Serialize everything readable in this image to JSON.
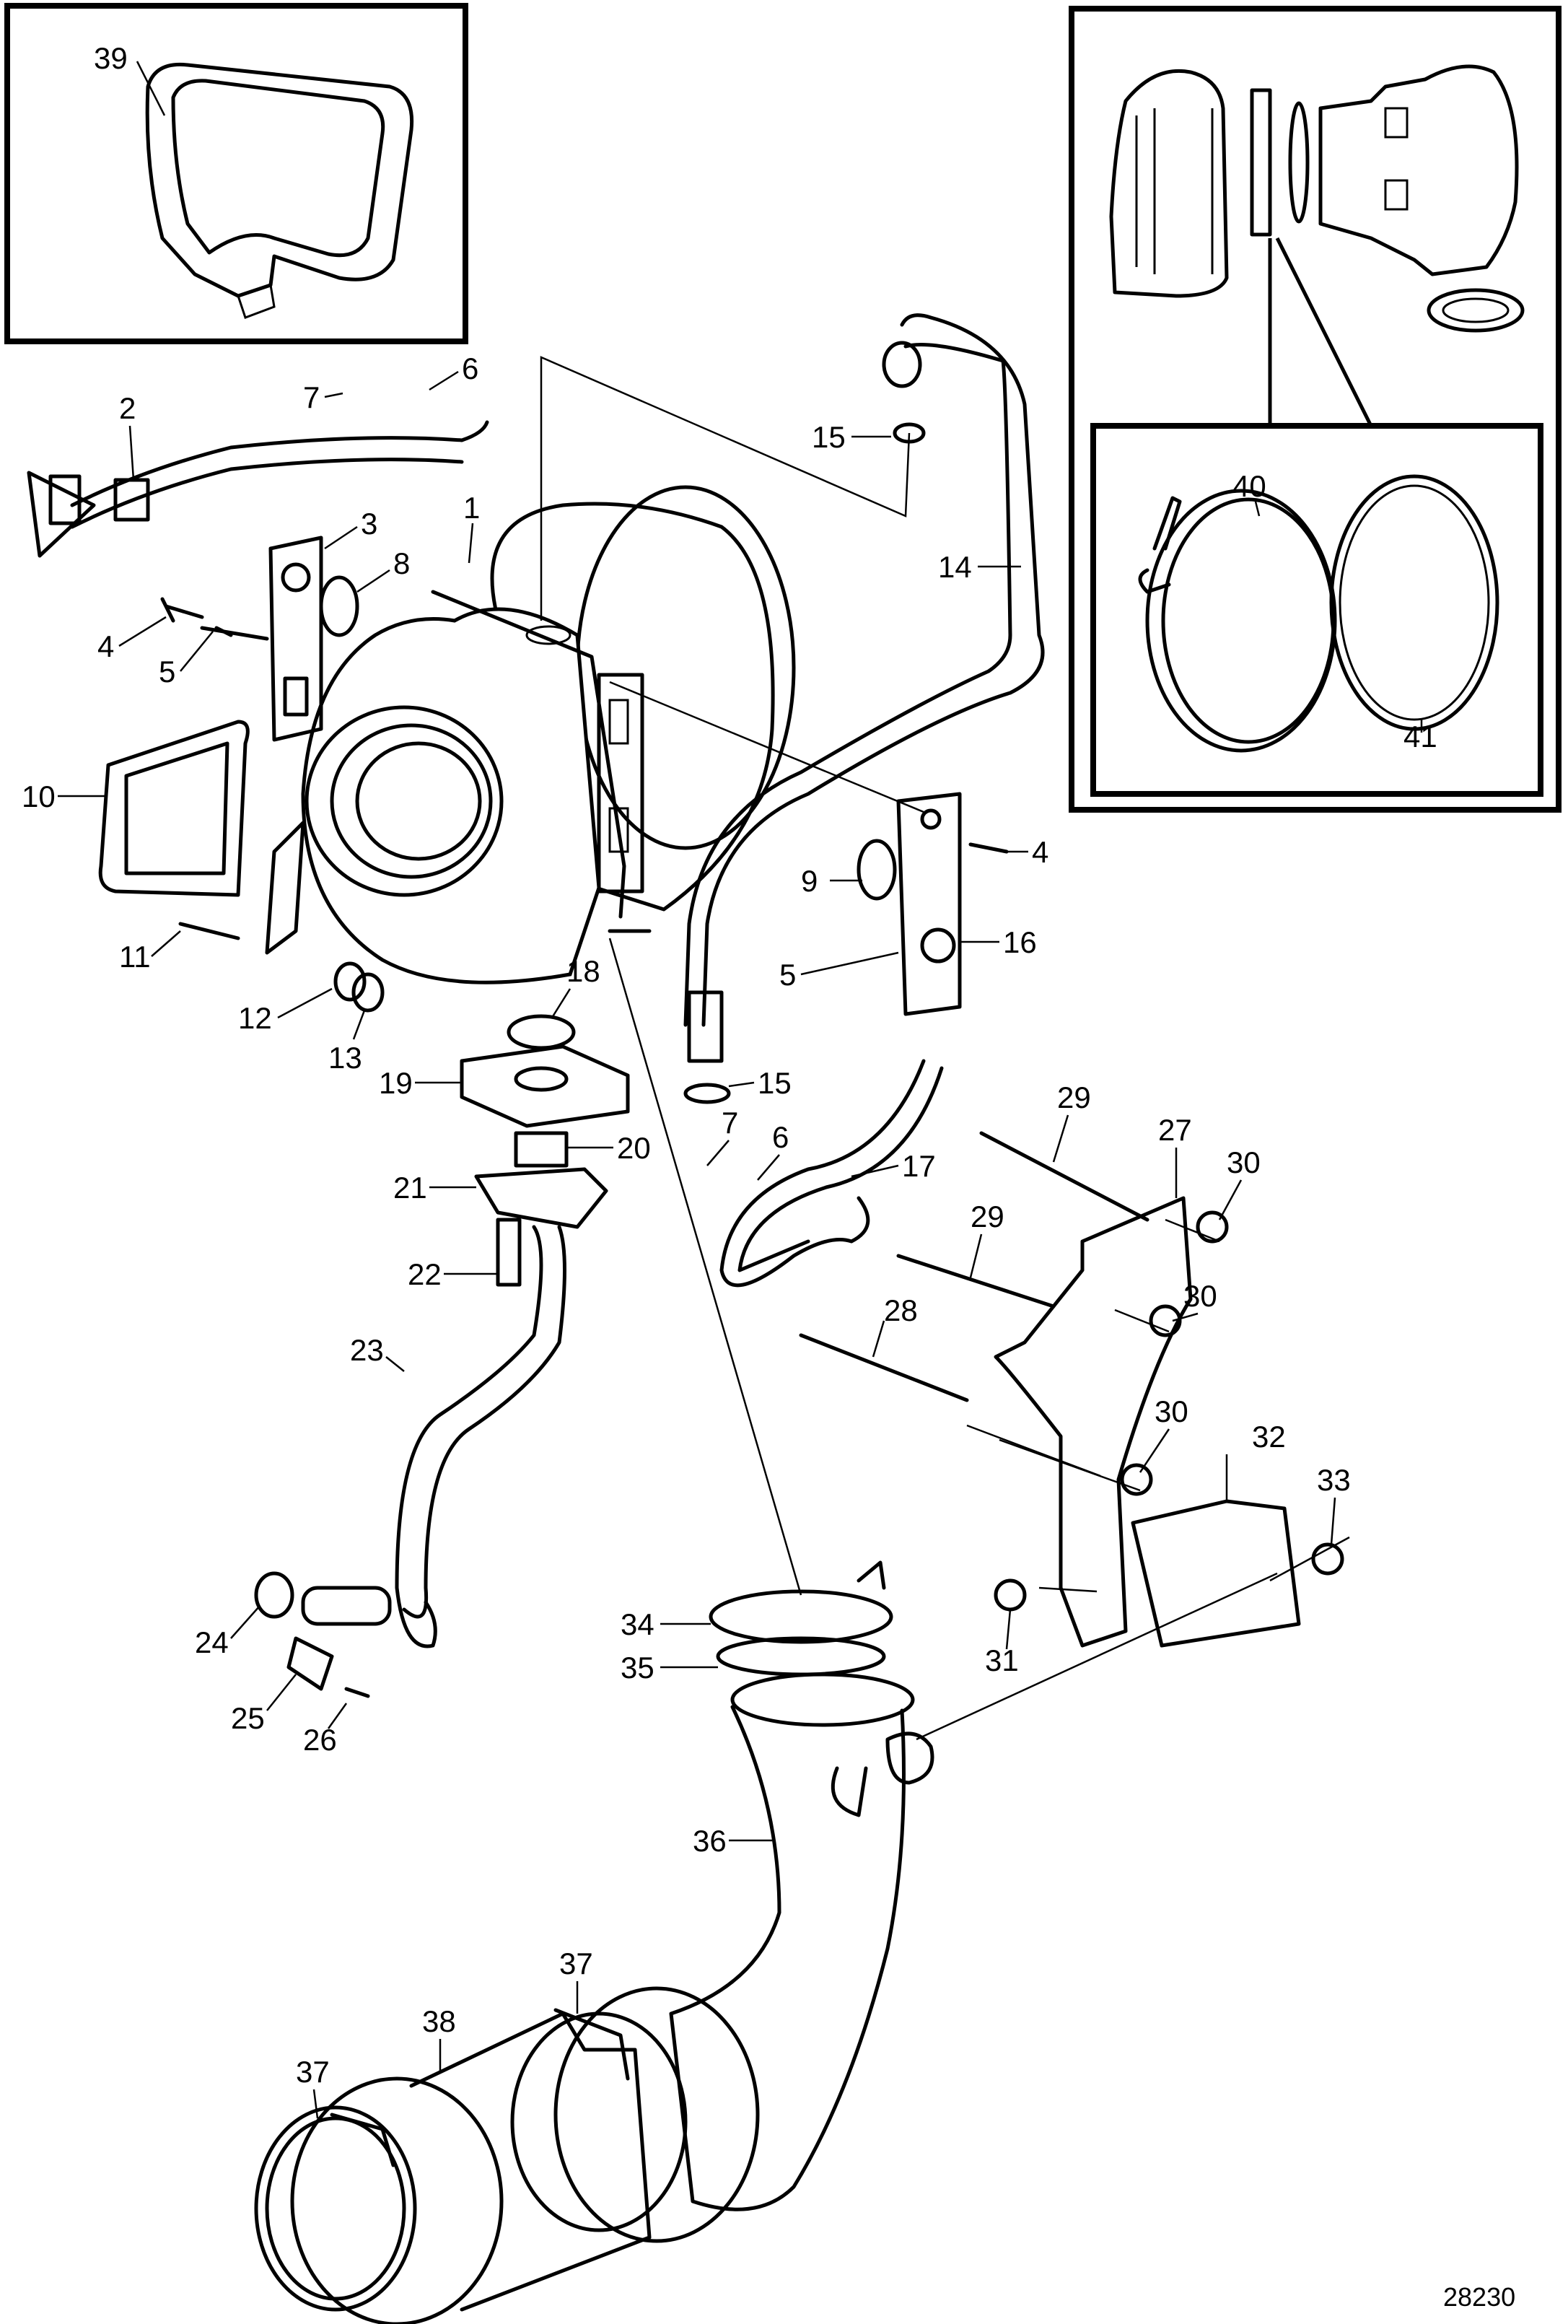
{
  "figure_number": "28230",
  "callouts": [
    "1",
    "2",
    "3",
    "4",
    "5",
    "6",
    "7",
    "8",
    "9",
    "10",
    "11",
    "12",
    "13",
    "14",
    "15",
    "16",
    "17",
    "18",
    "19",
    "20",
    "21",
    "22",
    "23",
    "24",
    "25",
    "26",
    "27",
    "28",
    "29",
    "30",
    "31",
    "32",
    "33",
    "34",
    "35",
    "36",
    "37",
    "38",
    "39",
    "40",
    "41"
  ],
  "labels": {
    "l1": "1",
    "l2": "2",
    "l3": "3",
    "l4a": "4",
    "l4b": "4",
    "l5a": "5",
    "l5b": "5",
    "l6a": "6",
    "l6b": "6",
    "l7a": "7",
    "l7b": "7",
    "l8": "8",
    "l9": "9",
    "l10": "10",
    "l11": "11",
    "l12": "12",
    "l13": "13",
    "l14": "14",
    "l15a": "15",
    "l15b": "15",
    "l16": "16",
    "l17": "17",
    "l18": "18",
    "l19": "19",
    "l20": "20",
    "l21": "21",
    "l22": "22",
    "l23": "23",
    "l24": "24",
    "l25": "25",
    "l26": "26",
    "l27": "27",
    "l28": "28",
    "l29a": "29",
    "l29b": "29",
    "l30a": "30",
    "l30b": "30",
    "l30c": "30",
    "l31": "31",
    "l32": "32",
    "l33": "33",
    "l34": "34",
    "l35": "35",
    "l36": "36",
    "l37a": "37",
    "l37b": "37",
    "l38": "38",
    "l39": "39",
    "l40": "40",
    "l41": "41"
  }
}
